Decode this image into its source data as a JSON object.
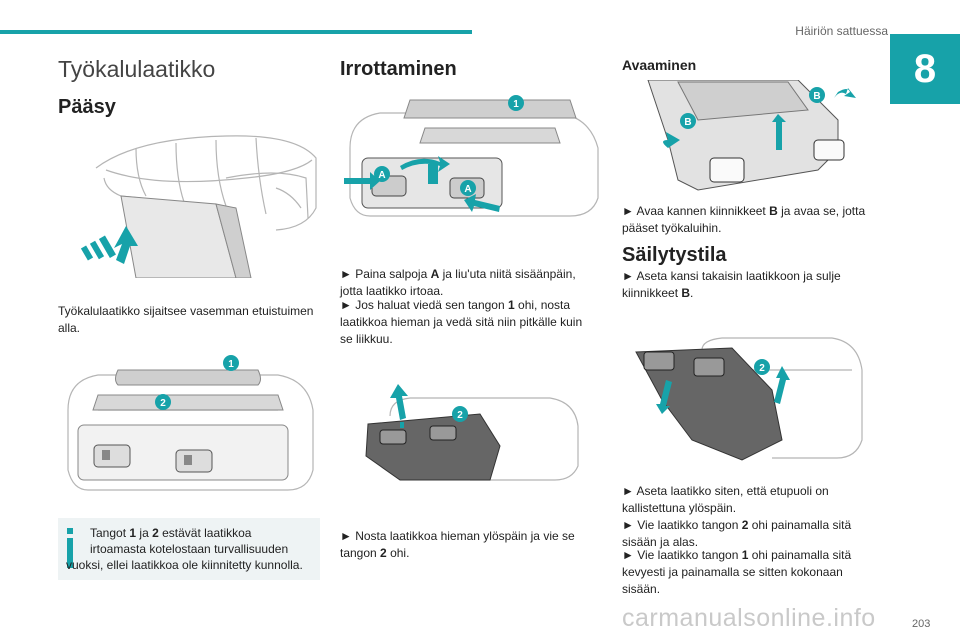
{
  "header": {
    "section_title": "Häiriön sattuessa",
    "chapter_number": "8",
    "accent_color": "#17a2a9"
  },
  "col1": {
    "title": "Työkalulaatikko",
    "subtitle": "Pääsy",
    "para1": "Työkalulaatikko sijaitsee vasemman etuistuimen alla.",
    "info": {
      "line1_pre": "Tangot ",
      "line1_b1": "1",
      "line1_mid": " ja ",
      "line1_b2": "2",
      "line1_post": " estävät laatikkoa",
      "line2": "irtoamasta kotelostaan turvallisuuden",
      "line3": "vuoksi, ellei laatikkoa ole kiinnitetty kunnolla.",
      "icon": "info-icon"
    },
    "fig2_labels": [
      "1",
      "2"
    ]
  },
  "col2": {
    "title": "Irrottaminen",
    "fig1_labels": [
      "1",
      "A",
      "A"
    ],
    "step1_pre": "► Paina salpoja ",
    "step1_b": "A",
    "step1_post": " ja liu'uta niitä sisäänpäin, jotta laatikko irtoaa.",
    "step2_pre": "► Jos haluat viedä sen tangon ",
    "step2_b": "1",
    "step2_post": " ohi, nosta laatikkoa hieman ja vedä sitä niin pitkälle kuin se liikkuu.",
    "fig2_labels": [
      "2"
    ],
    "step3_pre": "► Nosta laatikkoa hieman ylöspäin ja vie se tangon ",
    "step3_b": "2",
    "step3_post": " ohi."
  },
  "col3": {
    "subtitle1": "Avaaminen",
    "fig1_labels": [
      "B",
      "B"
    ],
    "step1_pre": "► Avaa kannen kiinnikkeet ",
    "step1_b": "B",
    "step1_post": " ja avaa se, jotta pääset työkaluihin.",
    "subtitle2": "Säilytystila",
    "step2_pre": "► Aseta kansi takaisin laatikkoon ja sulje kiinnikkeet ",
    "step2_b": "B",
    "step2_post": ".",
    "fig2_labels": [
      "2"
    ],
    "step3": "► Aseta laatikko siten, että etupuoli on kallistettuna ylöspäin.",
    "step4_pre": "► Vie laatikko tangon ",
    "step4_b": "2",
    "step4_post": " ohi painamalla sitä sisään ja alas.",
    "step5_pre": "► Vie laatikko tangon ",
    "step5_b": "1",
    "step5_post": " ohi painamalla sitä kevyesti ja painamalla se sitten kokonaan sisään."
  },
  "footer": {
    "page_number": "203",
    "watermark": "carmanualsonline.info"
  }
}
